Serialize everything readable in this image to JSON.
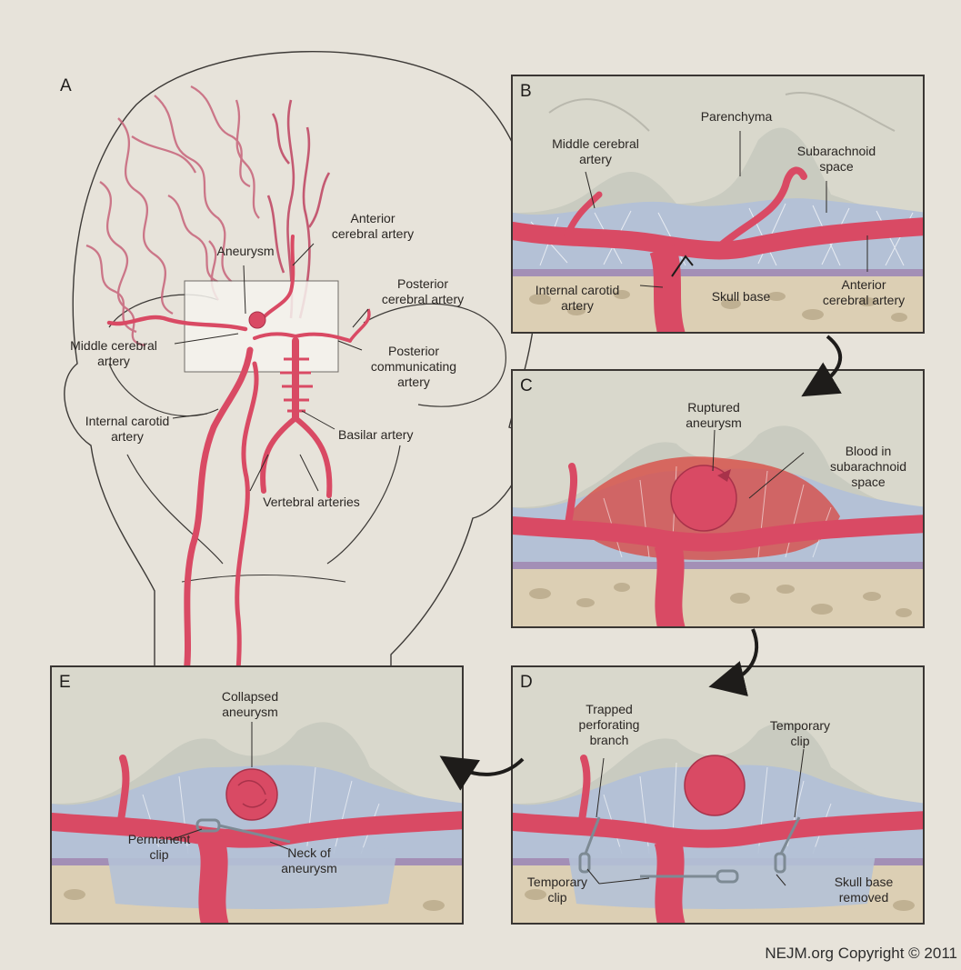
{
  "copyright": "NEJM.org Copyright © 2011",
  "panels": {
    "A": {
      "letter": "A",
      "labels": {
        "aneurysm": "Aneurysm",
        "anterior_cerebral": "Anterior\ncerebral artery",
        "posterior_cerebral": "Posterior\ncerebral artery",
        "middle_cerebral": "Middle cerebral\nartery",
        "posterior_communicating": "Posterior\ncommunicating\nartery",
        "internal_carotid": "Internal carotid\nartery",
        "basilar": "Basilar artery",
        "vertebral": "Vertebral arteries"
      }
    },
    "B": {
      "letter": "B",
      "labels": {
        "parenchyma": "Parenchyma",
        "middle_cerebral": "Middle cerebral\nartery",
        "subarachnoid": "Subarachnoid\nspace",
        "internal_carotid": "Internal carotid\nartery",
        "skull_base": "Skull base",
        "anterior_cerebral": "Anterior\ncerebral artery"
      }
    },
    "C": {
      "letter": "C",
      "labels": {
        "ruptured": "Ruptured\naneurysm",
        "blood": "Blood in\nsubarachnoid\nspace"
      }
    },
    "D": {
      "letter": "D",
      "labels": {
        "trapped": "Trapped\nperforating\nbranch",
        "temporary_clip_top": "Temporary\nclip",
        "temporary_clip_bottom": "Temporary\nclip",
        "skull_base_removed": "Skull base\nremoved"
      }
    },
    "E": {
      "letter": "E",
      "labels": {
        "collapsed": "Collapsed\naneurysm",
        "permanent_clip": "Permanent\nclip",
        "neck": "Neck of\naneurysm"
      }
    }
  },
  "colors": {
    "background": "#e7e3da",
    "artery": "#d94a64",
    "artery_dark": "#a8324a",
    "parenchyma": "#d3d2c6",
    "csf_space": "#b7c3d6",
    "blood": "#d9453f",
    "bone": "#d8cbb0",
    "membrane": "#9a7fb3"
  }
}
